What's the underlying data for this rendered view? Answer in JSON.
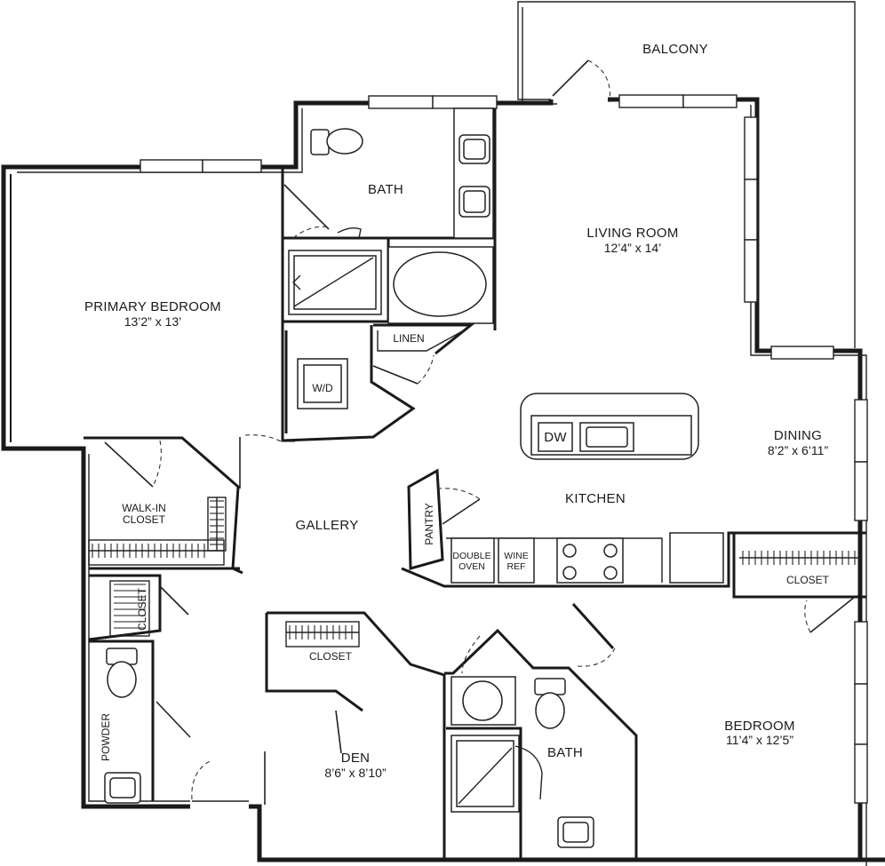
{
  "rooms": {
    "balcony": "BALCONY",
    "bath_primary": "BATH",
    "living_room": "LIVING ROOM",
    "living_room_dim": "12’4” x 14’",
    "primary_bedroom": "PRIMARY BEDROOM",
    "primary_bedroom_dim": "13’2” x 13’",
    "linen": "LINEN",
    "wd": "W/D",
    "dining": "DINING",
    "dining_dim": "8’2” x 6’11”",
    "dw": "DW",
    "kitchen": "KITCHEN",
    "walk_in_closet_1": "WALK-IN",
    "walk_in_closet_2": "CLOSET",
    "gallery": "GALLERY",
    "pantry": "PANTRY",
    "double_oven_1": "DOUBLE",
    "double_oven_2": "OVEN",
    "wine_ref_1": "WINE",
    "wine_ref_2": "REF",
    "closet_bedroom": "CLOSET",
    "closet_hall": "CLOSET",
    "closet_den": "CLOSET",
    "bedroom": "BEDROOM",
    "bedroom_dim": "11’4” x 12’5”",
    "powder": "POWDER",
    "den": "DEN",
    "den_dim": "8’6” x 8’10”",
    "bath_second": "BATH"
  }
}
